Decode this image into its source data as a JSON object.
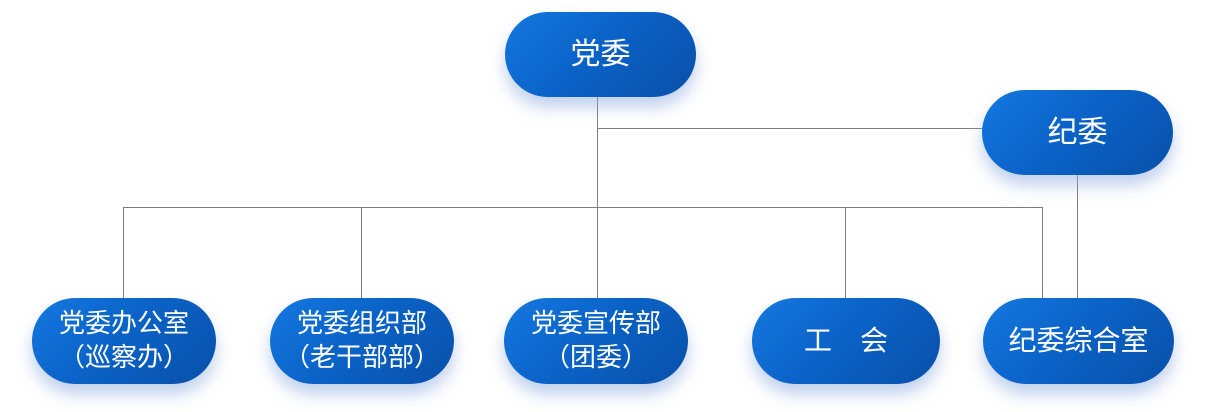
{
  "diagram": {
    "type": "org-chart",
    "background": "#ffffff",
    "connector_color": "#7f7f7f",
    "node_style": {
      "gradient_top": "#1478e0",
      "gradient_mid": "#0b63c8",
      "gradient_bottom": "#0850a8",
      "text_color": "#ffffff",
      "shadow_color": "#8aaade"
    },
    "nodes": {
      "party_committee": {
        "label": "党委"
      },
      "discipline_committee": {
        "label": "纪委"
      },
      "party_office": {
        "line1": "党委办公室",
        "line2": "（巡察办）"
      },
      "organization_dept": {
        "line1": "党委组织部",
        "line2": "（老干部部）"
      },
      "propaganda_dept": {
        "line1": "党委宣传部",
        "line2": "（团委）"
      },
      "labor_union": {
        "label": "工　会"
      },
      "discipline_office": {
        "label": "纪委综合室"
      }
    },
    "edges": [
      {
        "from": "党委",
        "to": "纪委"
      },
      {
        "from": "党委",
        "to": "党委办公室（巡察办）"
      },
      {
        "from": "党委",
        "to": "党委组织部（老干部部）"
      },
      {
        "from": "党委",
        "to": "党委宣传部（团委）"
      },
      {
        "from": "党委",
        "to": "工　会"
      },
      {
        "from": "党委",
        "to": "纪委综合室"
      },
      {
        "from": "纪委",
        "to": "纪委综合室"
      }
    ]
  }
}
